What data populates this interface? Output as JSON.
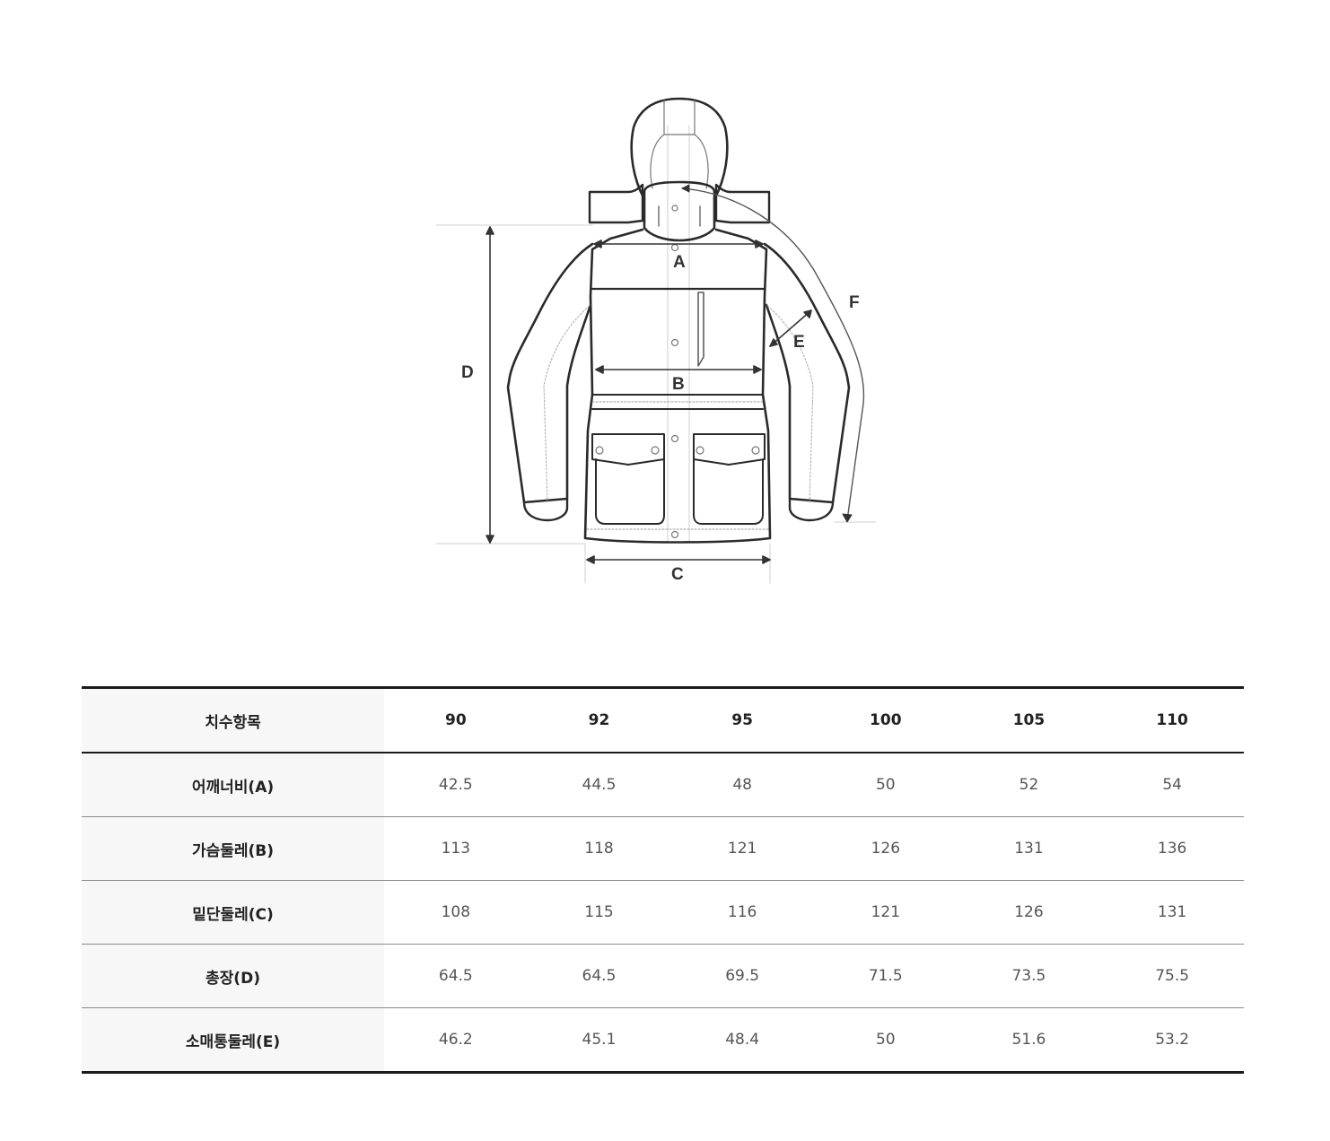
{
  "diagram": {
    "subject": "hooded jacket flat sketch",
    "labels": {
      "A": "A",
      "B": "B",
      "C": "C",
      "D": "D",
      "E": "E",
      "F": "F"
    }
  },
  "size_table": {
    "header_label": "치수항목",
    "sizes": [
      "90",
      "92",
      "95",
      "100",
      "105",
      "110"
    ],
    "rows": [
      {
        "label": "어깨너비(A)",
        "values": [
          "42.5",
          "44.5",
          "48",
          "50",
          "52",
          "54"
        ]
      },
      {
        "label": "가슴둘레(B)",
        "values": [
          "113",
          "118",
          "121",
          "126",
          "131",
          "136"
        ]
      },
      {
        "label": "밑단둘레(C)",
        "values": [
          "108",
          "115",
          "116",
          "121",
          "126",
          "131"
        ]
      },
      {
        "label": "총장(D)",
        "values": [
          "64.5",
          "64.5",
          "69.5",
          "71.5",
          "73.5",
          "75.5"
        ]
      },
      {
        "label": "소매통둘레(E)",
        "values": [
          "46.2",
          "45.1",
          "48.4",
          "50",
          "51.6",
          "53.2"
        ]
      }
    ]
  },
  "colors": {
    "header_bg": "#f7f7f7",
    "border_strong": "#1a1a1a",
    "border_light": "#8a8a8a",
    "value_text": "#555555"
  }
}
